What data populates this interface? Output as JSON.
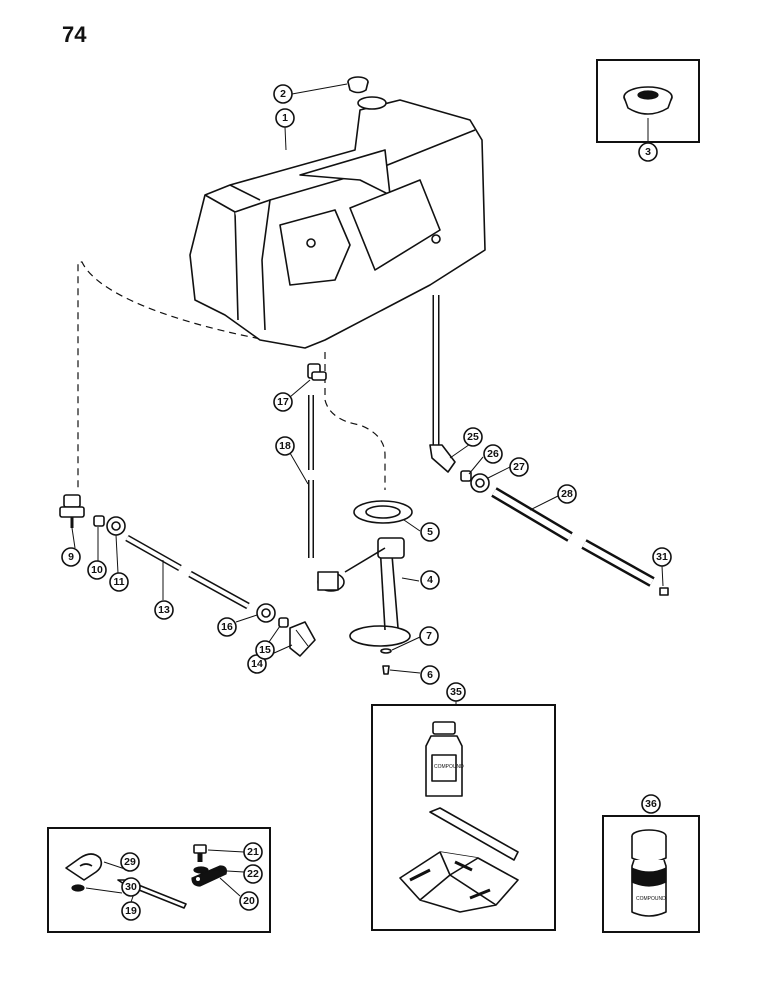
{
  "page": {
    "number": "74"
  },
  "callouts": [
    {
      "id": "c1",
      "label": "1"
    },
    {
      "id": "c2",
      "label": "2"
    },
    {
      "id": "c3",
      "label": "3"
    },
    {
      "id": "c4",
      "label": "4"
    },
    {
      "id": "c5",
      "label": "5"
    },
    {
      "id": "c6",
      "label": "6"
    },
    {
      "id": "c7",
      "label": "7"
    },
    {
      "id": "c9",
      "label": "9"
    },
    {
      "id": "c10",
      "label": "10"
    },
    {
      "id": "c11",
      "label": "11"
    },
    {
      "id": "c13",
      "label": "13"
    },
    {
      "id": "c14",
      "label": "14"
    },
    {
      "id": "c15",
      "label": "15"
    },
    {
      "id": "c16",
      "label": "16"
    },
    {
      "id": "c17",
      "label": "17"
    },
    {
      "id": "c18",
      "label": "18"
    },
    {
      "id": "c19",
      "label": "19"
    },
    {
      "id": "c20",
      "label": "20"
    },
    {
      "id": "c21",
      "label": "21"
    },
    {
      "id": "c22",
      "label": "22"
    },
    {
      "id": "c25",
      "label": "25"
    },
    {
      "id": "c26",
      "label": "26"
    },
    {
      "id": "c27",
      "label": "27"
    },
    {
      "id": "c28",
      "label": "28"
    },
    {
      "id": "c29",
      "label": "29"
    },
    {
      "id": "c30",
      "label": "30"
    },
    {
      "id": "c31",
      "label": "31"
    },
    {
      "id": "c35",
      "label": "35"
    },
    {
      "id": "c36",
      "label": "36"
    }
  ]
}
